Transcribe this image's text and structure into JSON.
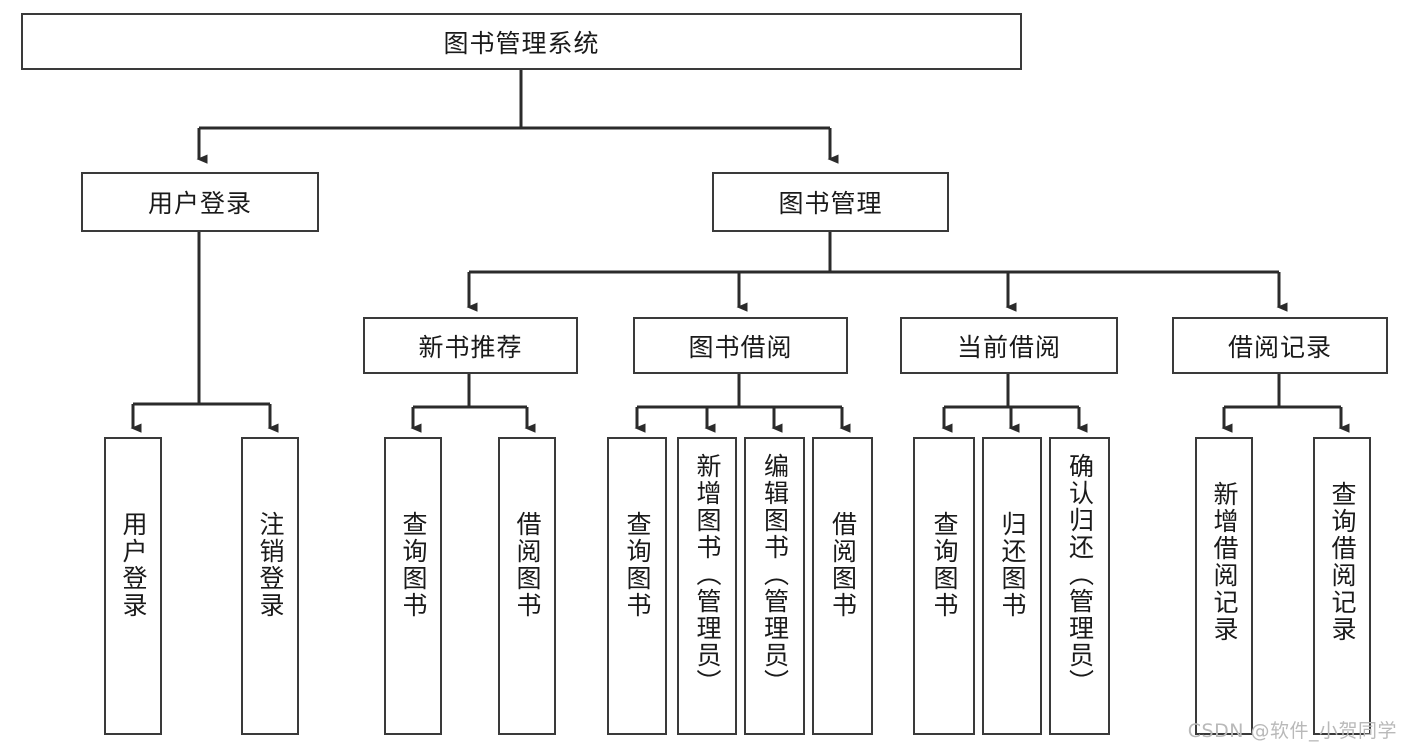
{
  "diagram": {
    "title": "图书管理系统",
    "type": "tree-hierarchy-diagram",
    "colors": {
      "box_border": "#3a3a3a",
      "box_fill": "#ffffff",
      "connector": "#2b2b2b",
      "text": "#1a1a1a",
      "watermark": "#b9b9b9",
      "background": "#ffffff"
    },
    "root": {
      "label": "图书管理系统"
    },
    "level2": [
      {
        "label": "用户登录"
      },
      {
        "label": "图书管理"
      }
    ],
    "level3": [
      {
        "label": "新书推荐"
      },
      {
        "label": "图书借阅"
      },
      {
        "label": "当前借阅"
      },
      {
        "label": "借阅记录"
      }
    ],
    "leaves": {
      "user_login": [
        {
          "label": "用户登录"
        },
        {
          "label": "注销登录"
        }
      ],
      "new_book_recommend": [
        {
          "label": "查询图书"
        },
        {
          "label": "借阅图书"
        }
      ],
      "book_borrow": [
        {
          "label": "查询图书"
        },
        {
          "label": "新增图书（管理员）"
        },
        {
          "label": "编辑图书（管理员）"
        },
        {
          "label": "借阅图书"
        }
      ],
      "current_borrow": [
        {
          "label": "查询图书"
        },
        {
          "label": "归还图书"
        },
        {
          "label": "确认归还（管理员）"
        }
      ],
      "borrow_record": [
        {
          "label": "新增借阅记录"
        },
        {
          "label": "查询借阅记录"
        }
      ]
    }
  },
  "watermark": {
    "text": "CSDN @软件_小贺同学"
  }
}
